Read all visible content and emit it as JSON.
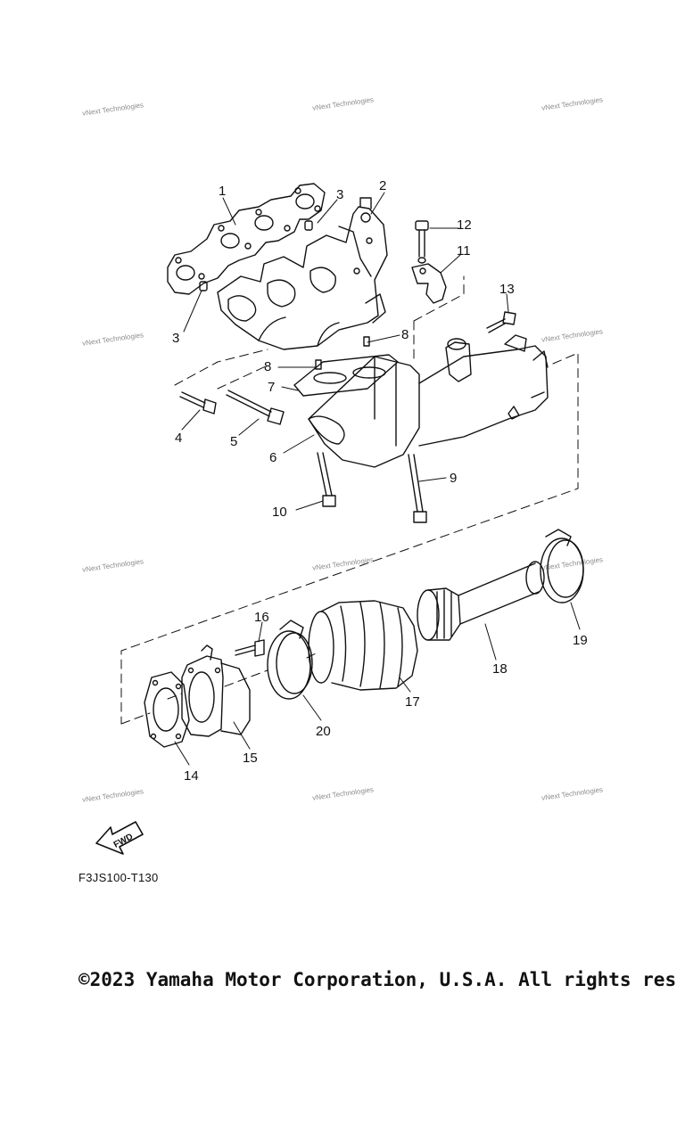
{
  "watermark_text": "vNext Technologies",
  "callouts": [
    "1",
    "2",
    "3",
    "3",
    "4",
    "5",
    "6",
    "7",
    "8",
    "8",
    "9",
    "10",
    "11",
    "12",
    "13",
    "14",
    "15",
    "16",
    "17",
    "18",
    "19",
    "20"
  ],
  "fwd_label": "FWD",
  "diagram_code": "F3JS100-T130",
  "copyright": "©2023 Yamaha Motor Corporation, U.S.A. All rights res"
}
